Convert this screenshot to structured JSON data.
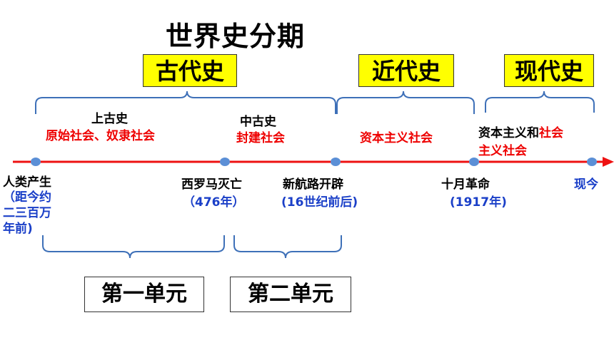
{
  "title": "世界史分期",
  "eras": {
    "ancient": "古代史",
    "modern": "近代史",
    "contemporary": "现代史"
  },
  "periods": {
    "upper_ancient_title": "上古史",
    "upper_ancient_society": "原始社会、奴隶社会",
    "middle_ancient_title": "中古史",
    "middle_ancient_society": "封建社会",
    "modern_society": "资本主义社会",
    "contemporary_society_part1": "资本主义和",
    "contemporary_society_part2": "社会",
    "contemporary_society_part3": "主义社会"
  },
  "events": {
    "origin_title": "人类产生",
    "origin_date_line1": "（距今约",
    "origin_date_line2": "二三百万",
    "origin_date_line3": "年前)",
    "rome_title": "西罗马灭亡",
    "rome_date": "（476年）",
    "route_title": "新航路开辟",
    "route_date": "(16世纪前后)",
    "october_title": "十月革命",
    "october_date": "(1917年)",
    "present": "现今"
  },
  "units": {
    "unit1": "第一单元",
    "unit2": "第二单元"
  },
  "colors": {
    "timeline": "#ee1111",
    "node": "#5b8fd6",
    "bracket": "#3e70b8",
    "era_box": "#ffff00",
    "red_text": "#ee0000",
    "blue_text": "#1a3fc8"
  }
}
